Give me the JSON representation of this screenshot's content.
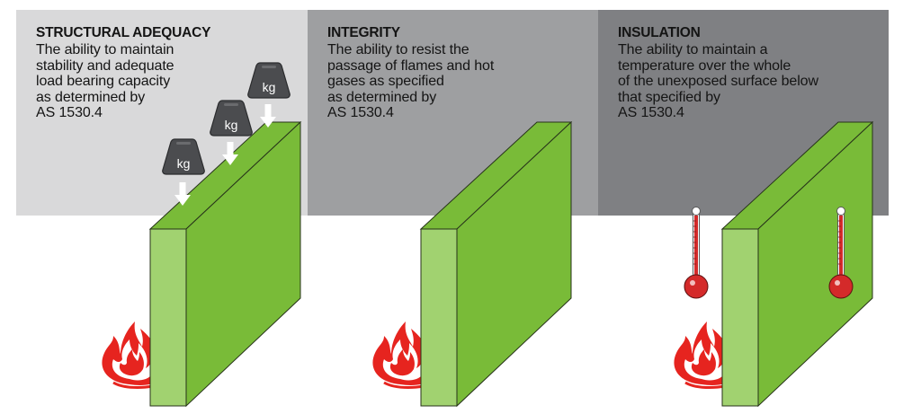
{
  "panels": [
    {
      "title": "STRUCTURAL ADEQUACY",
      "body": "The ability to maintain\nstability and adequate\nload bearing capacity\nas determined by\nAS 1530.4",
      "colors": {
        "background": "#d9d9da"
      }
    },
    {
      "title": "INTEGRITY",
      "body": "The ability to resist the\npassage of flames and hot\ngases as specified\nas determined by\nAS 1530.4",
      "colors": {
        "background": "#9e9fa1"
      }
    },
    {
      "title": "INSULATION",
      "body": "The ability to maintain a\ntemperature over the whole\nof the unexposed surface below\nthat specified by\nAS 1530.4",
      "colors": {
        "background": "#7f8083"
      }
    }
  ],
  "weights": {
    "label": "kg"
  },
  "colors": {
    "wall_front": "#a1d270",
    "wall_side": "#79bb38",
    "wall_stroke": "#27331a",
    "weight": "#4b4c4f",
    "flame_outer": "#e6241f",
    "flame_inner": "#ffffff",
    "thermometer": "#d42a2a"
  },
  "icons": [
    "weight-icon",
    "down-arrow-icon",
    "flame-icon",
    "thermometer-icon"
  ]
}
